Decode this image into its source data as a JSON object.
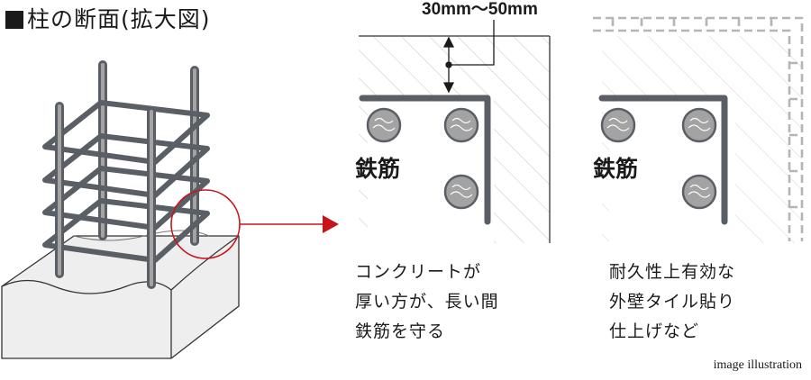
{
  "header": {
    "title": "柱の断面(拡大図)",
    "square_icon": "black-square-icon"
  },
  "dimension": {
    "label": "30mm〜50mm"
  },
  "panels": [
    {
      "label": "鉄筋",
      "caption_lines": [
        "コンクリートが",
        "厚い方が、長い間",
        "鉄筋を守る"
      ]
    },
    {
      "label": "鉄筋",
      "caption_lines": [
        "耐久性上有効な",
        "外壁タイル貼り",
        "仕上げなど"
      ]
    }
  ],
  "footer": {
    "note": "image illustration"
  },
  "colors": {
    "rebar": "#5a5f65",
    "rebar_dot": "#a3a3a3",
    "arrow_red": "#c6141a",
    "concrete": "#eeeeee",
    "hatch": "#cfcfcf",
    "tile_dash": "#b5b5b5"
  }
}
